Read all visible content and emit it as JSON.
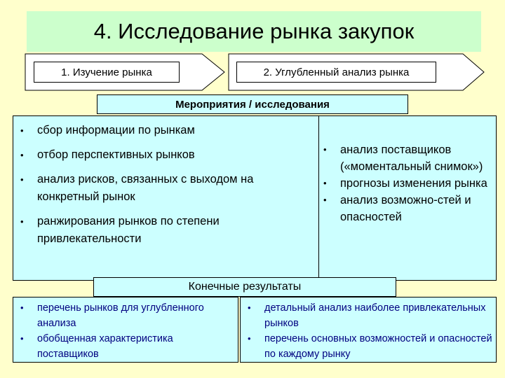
{
  "title": "4. Исследование рынка закупок",
  "steps": [
    {
      "label": "1. Изучение рынка"
    },
    {
      "label": "2. Углубленный анализ рынка"
    }
  ],
  "activities": {
    "header": "Мероприятия / исследования",
    "left_items": [
      "сбор информации по рынкам",
      "отбор перспективных рынков",
      "анализ рисков, связанных с выходом на конкретный рынок",
      "ранжирования рынков по степени привлекательности"
    ],
    "right_items": [
      "анализ поставщиков («моментальный снимок»)",
      "прогнозы изменения рынка",
      "анализ возможно-стей и опасностей"
    ]
  },
  "results": {
    "header": "Конечные результаты",
    "left_items": [
      "перечень рынков для углубленного анализа",
      "обобщенная характеристика поставщиков"
    ],
    "right_items": [
      "детальный анализ наиболее привлекательных рынков",
      "перечень основных возможностей и опасностей по каждому рынку"
    ]
  },
  "bullet_glyph": "•",
  "colors": {
    "background": "#ffffcc",
    "title_fill": "#ccffcc",
    "box_fill": "#ccffff",
    "result_text": "#000080"
  }
}
